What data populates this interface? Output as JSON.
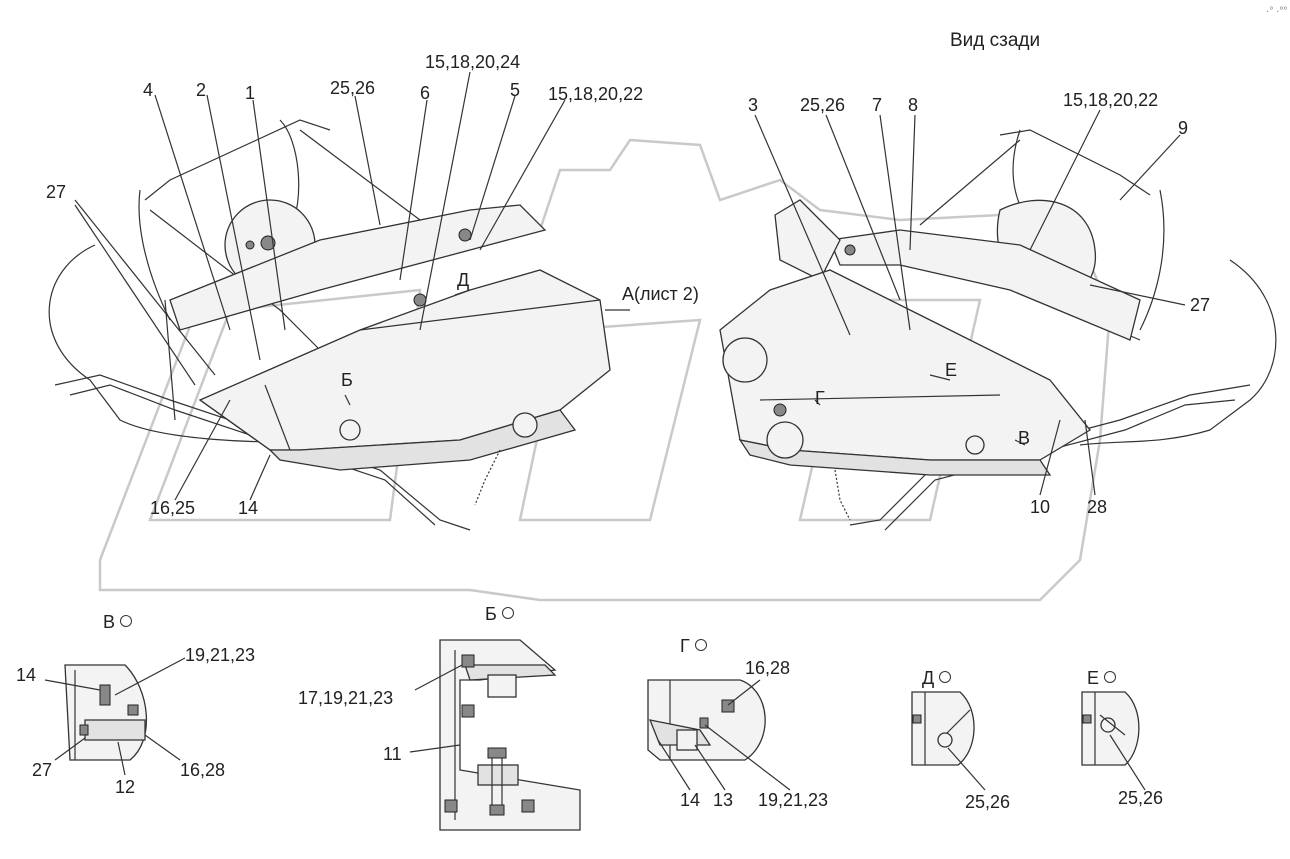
{
  "view_title": "Вид сзади",
  "main_left_labels": [
    {
      "id": "l4",
      "text": "4"
    },
    {
      "id": "l2",
      "text": "2"
    },
    {
      "id": "l1",
      "text": "1"
    },
    {
      "id": "l25_26a",
      "text": "25,26"
    },
    {
      "id": "l6",
      "text": "6"
    },
    {
      "id": "l15_24",
      "text": "15,18,20,24"
    },
    {
      "id": "l5",
      "text": "5"
    },
    {
      "id": "l15_22a",
      "text": "15,18,20,22"
    },
    {
      "id": "l27a",
      "text": "27"
    },
    {
      "id": "lD",
      "text": "Д"
    },
    {
      "id": "lA",
      "text": "А(лист 2)"
    },
    {
      "id": "lB",
      "text": "Б"
    },
    {
      "id": "l16_25",
      "text": "16,25"
    },
    {
      "id": "l14a",
      "text": "14"
    }
  ],
  "main_right_labels": [
    {
      "id": "r3",
      "text": "3"
    },
    {
      "id": "r25_26",
      "text": "25,26"
    },
    {
      "id": "r7",
      "text": "7"
    },
    {
      "id": "r8",
      "text": "8"
    },
    {
      "id": "r15_22",
      "text": "15,18,20,22"
    },
    {
      "id": "r9",
      "text": "9"
    },
    {
      "id": "r27",
      "text": "27"
    },
    {
      "id": "rE",
      "text": "Е"
    },
    {
      "id": "rG",
      "text": "Г"
    },
    {
      "id": "rV",
      "text": "В"
    },
    {
      "id": "r10",
      "text": "10"
    },
    {
      "id": "r28",
      "text": "28"
    }
  ],
  "detail_views": [
    {
      "id": "V",
      "mark": "В",
      "labels": [
        "14",
        "19,21,23",
        "27",
        "12",
        "16,28"
      ]
    },
    {
      "id": "B",
      "mark": "Б",
      "labels": [
        "17,19,21,23",
        "11"
      ]
    },
    {
      "id": "G",
      "mark": "Г",
      "labels": [
        "16,28",
        "14",
        "13",
        "19,21,23"
      ]
    },
    {
      "id": "D",
      "mark": "Д",
      "labels": [
        "25,26"
      ]
    },
    {
      "id": "E",
      "mark": "Е",
      "labels": [
        "25,26"
      ]
    }
  ],
  "corner_dots": "·° ·°°"
}
